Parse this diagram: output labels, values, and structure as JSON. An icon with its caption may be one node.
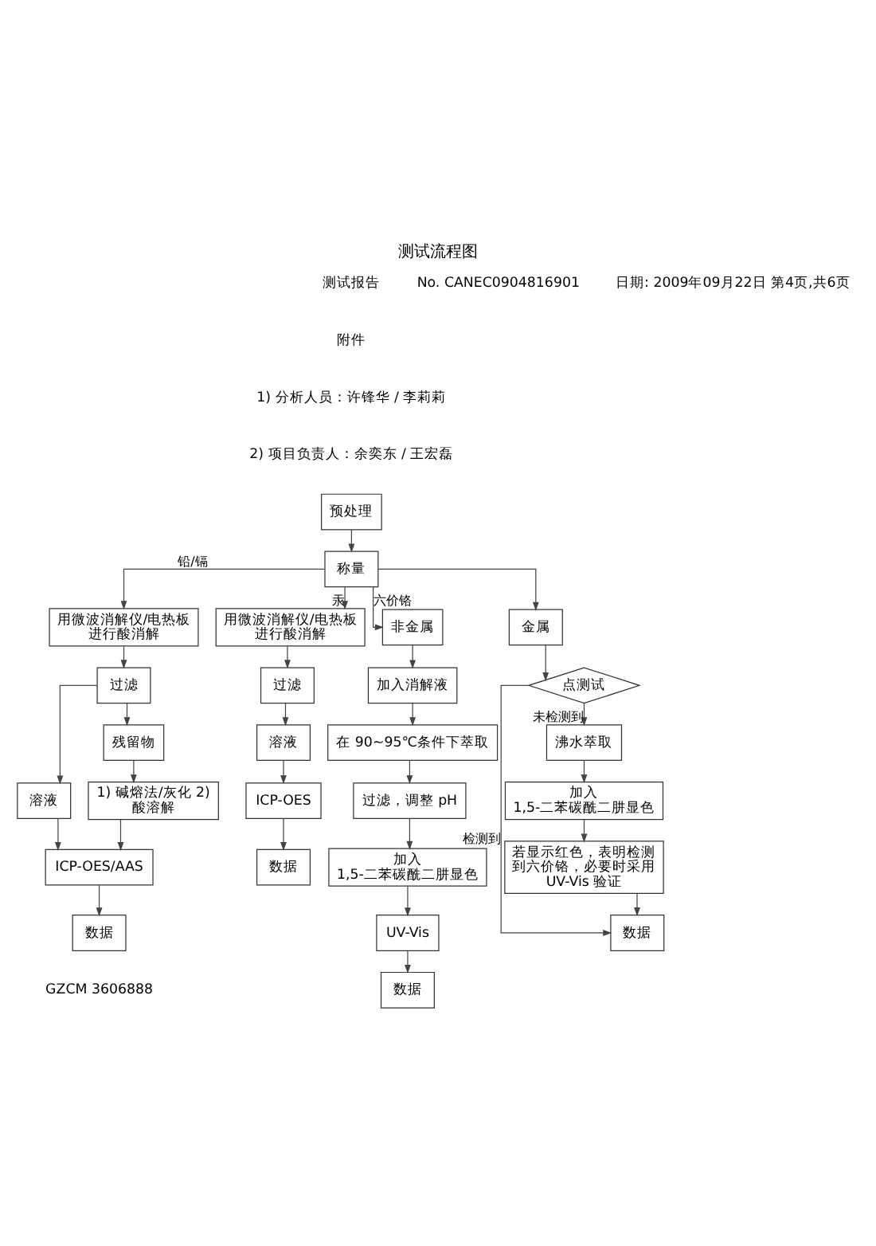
{
  "diagram": {
    "title": "测试流程图",
    "nodes": [
      {
        "text": [
          "预处理"
        ]
      },
      {
        "text": [
          "称量"
        ]
      },
      {
        "text": [
          "用微波消解仪/电热板进行酸消解"
        ]
      },
      {
        "text": [
          "过滤"
        ]
      },
      {
        "text": [
          "溶液"
        ]
      },
      {
        "text": [
          "残留物"
        ]
      },
      {
        "text": [
          "1) 碱熔法/灰化 2) 酸溶解"
        ]
      },
      {
        "text": [
          "ICP-OES/AAS"
        ]
      },
      {
        "text": [
          "数据"
        ]
      },
      {
        "text": [
          "用微波消解仪/电热板进行酸消解"
        ]
      },
      {
        "text": [
          "过滤"
        ]
      },
      {
        "text": [
          "溶液"
        ]
      },
      {
        "text": [
          "ICP-OES"
        ]
      },
      {
        "text": [
          "数据"
        ]
      },
      {
        "text": [
          "非金属"
        ]
      },
      {
        "text": [
          "加入消解液"
        ]
      },
      {
        "text": [
          "在 90~95℃条件下萃取"
        ]
      },
      {
        "text": [
          "过滤，调整 pH"
        ]
      },
      {
        "text": [
          "加入 1,5-二苯碳酰二肼显色"
        ]
      },
      {
        "text": [
          "UV-Vis"
        ]
      },
      {
        "text": [
          "数据"
        ]
      },
      {
        "text": [
          "金属"
        ]
      },
      {
        "text": [
          "点测试"
        ]
      },
      {
        "text": [
          "沸水萃取"
        ]
      },
      {
        "text": [
          "加入 1,5-二苯碳酰二肼显色"
        ]
      },
      {
        "text": [
          "若显示红色，表明检测到六价铬，必要时采用 UV-Vis 验证"
        ]
      },
      {
        "text": [
          "数据"
        ]
      }
    ],
    "edges": [
      {
        "from": 0,
        "to": 1,
        "arrow": "to"
      },
      {
        "from": 1,
        "to": 2,
        "arrow": "to",
        "label": "铅/镉"
      },
      {
        "from": 1,
        "to": 9,
        "arrow": "to",
        "label": "汞"
      },
      {
        "from": 1,
        "to": 14,
        "arrow": "to",
        "label": "六价铬"
      },
      {
        "from": 1,
        "to": 21,
        "arrow": "to"
      },
      {
        "from": 2,
        "to": 3,
        "arrow": "to"
      },
      {
        "from": 3,
        "to": 4,
        "arrow": "to"
      },
      {
        "from": 3,
        "to": 5,
        "arrow": "to"
      },
      {
        "from": 5,
        "to": 6,
        "arrow": "to"
      },
      {
        "from": 4,
        "to": 7,
        "arrow": "to"
      },
      {
        "from": 6,
        "to": 7,
        "arrow": "to"
      },
      {
        "from": 7,
        "to": 8,
        "arrow": "to"
      },
      {
        "from": 9,
        "to": 10,
        "arrow": "to"
      },
      {
        "from": 10,
        "to": 11,
        "arrow": "to"
      },
      {
        "from": 11,
        "to": 12,
        "arrow": "to"
      },
      {
        "from": 12,
        "to": 13,
        "arrow": "to"
      },
      {
        "from": 14,
        "to": 15,
        "arrow": "to"
      },
      {
        "from": 15,
        "to": 16,
        "arrow": "to"
      },
      {
        "from": 16,
        "to": 17,
        "arrow": "to"
      },
      {
        "from": 17,
        "to": 18,
        "arrow": "to"
      },
      {
        "from": 18,
        "to": 19,
        "arrow": "to"
      },
      {
        "from": 19,
        "to": 20,
        "arrow": "to"
      },
      {
        "from": 21,
        "to": 22,
        "arrow": "to"
      },
      {
        "from": 22,
        "to": 26,
        "arrow": "to",
        "label": "检测到"
      },
      {
        "from": 22,
        "to": 23,
        "arrow": "to",
        "label": "未检测到"
      },
      {
        "from": 23,
        "to": 24,
        "arrow": "to"
      },
      {
        "from": 24,
        "to": 25,
        "arrow": "to"
      },
      {
        "from": 25,
        "to": 26,
        "arrow": "to"
      }
    ],
    "labels": [
      "测试报告",
      "No. CANEC0904816901",
      "日期: 2009年09月22日 第4页,共6页",
      "附件",
      "1) 分析人员：许锋华 / 李莉莉",
      "2) 项目负责人：余奕东 / 王宏磊",
      "GZCM 3606888"
    ]
  }
}
